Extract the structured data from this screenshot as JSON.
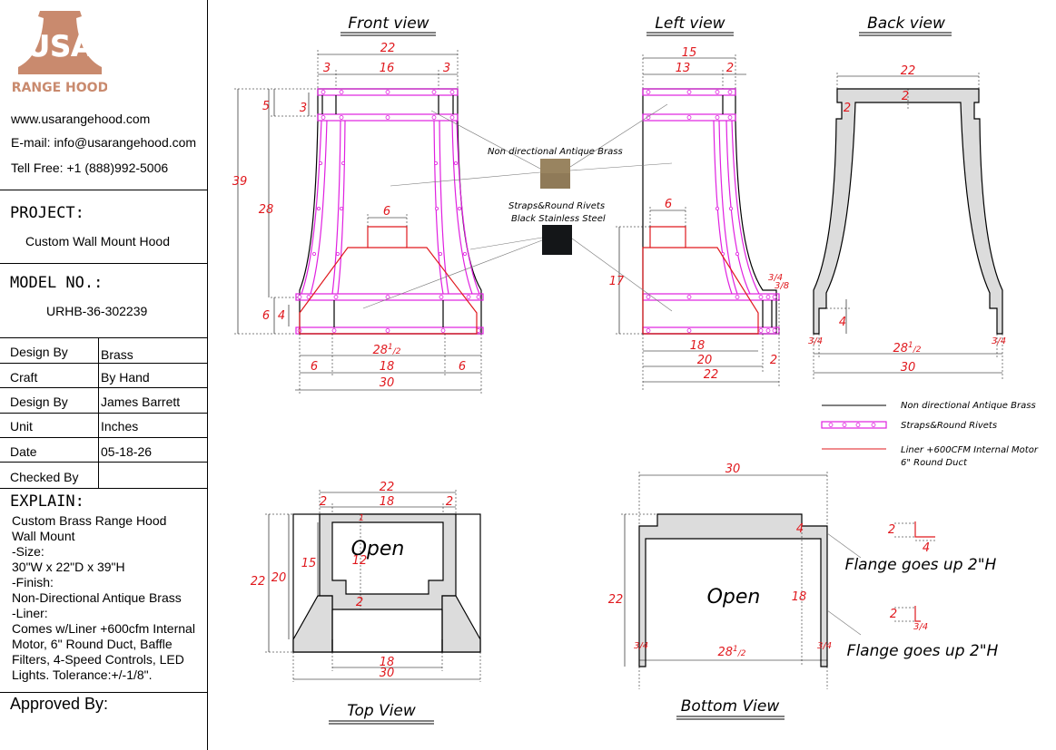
{
  "brand": {
    "logo_text": "USA",
    "logo_sub": "RANGE HOOD",
    "website": "www.usarangehood.com",
    "email": "E-mail: info@usarangehood.com",
    "phone": "Tell Free: +1 (888)992-5006",
    "color": "#c98a6e"
  },
  "project": {
    "label": "PROJECT:",
    "value": "Custom Wall Mount Hood"
  },
  "model": {
    "label": "MODEL NO.:",
    "value": "URHB-36-302239"
  },
  "specs": [
    {
      "label": "Design By",
      "value": "Brass"
    },
    {
      "label": "Craft",
      "value": "By Hand"
    },
    {
      "label": "Design By",
      "value": "James Barrett"
    },
    {
      "label": "Unit",
      "value": "Inches"
    },
    {
      "label": "Date",
      "value": "05-18-26"
    },
    {
      "label": "Checked By",
      "value": ""
    }
  ],
  "explain": {
    "label": "EXPLAIN:",
    "lines": [
      "Custom Brass Range Hood",
      "Wall Mount",
      "-Size:",
      "30\"W x 22\"D x 39\"H",
      "-Finish:",
      "Non-Directional Antique Brass",
      "-Liner:",
      "Comes w/Liner +600cfm Internal",
      "Motor, 6\" Round Duct, Baffle",
      "Filters, 4-Speed Controls, LED",
      "Lights. Tolerance:+/-1/8\"."
    ]
  },
  "approved": {
    "label": "Approved By:"
  },
  "views": {
    "front": "Front view",
    "left": "Left view",
    "back": "Back view",
    "top": "Top View",
    "bottom": "Bottom View"
  },
  "materials": {
    "brass": "Non directional Antique Brass",
    "straps_1": "Straps&Round Rivets",
    "straps_2": "Black Stainless Steel"
  },
  "legend": {
    "brass": "Non directional Antique Brass",
    "straps": "Straps&Round Rivets",
    "liner_1": "Liner +600CFM Internal Motor",
    "liner_2": "6\" Round Duct"
  },
  "open_label": "Open",
  "flange_note": "Flange goes up 2\"H",
  "dims": {
    "d22": "22",
    "d16": "16",
    "d3": "3",
    "d5": "5",
    "d39": "39",
    "d28": "28",
    "d6": "6",
    "d4": "4",
    "d18": "18",
    "d30": "30",
    "d15": "15",
    "d13": "13",
    "d2": "2",
    "d17": "17",
    "d20": "20",
    "d12": "12",
    "f28": "28",
    "f_half_n": "1",
    "f_half_d": "2",
    "f34_n": "3",
    "f34_d": "4",
    "f38_n": "3",
    "f38_d": "8"
  },
  "colors": {
    "dimension": "#e0191e",
    "strap": "#e020e0",
    "liner": "#e0191e",
    "line": "#000000",
    "fill": "#dcdcdc"
  }
}
